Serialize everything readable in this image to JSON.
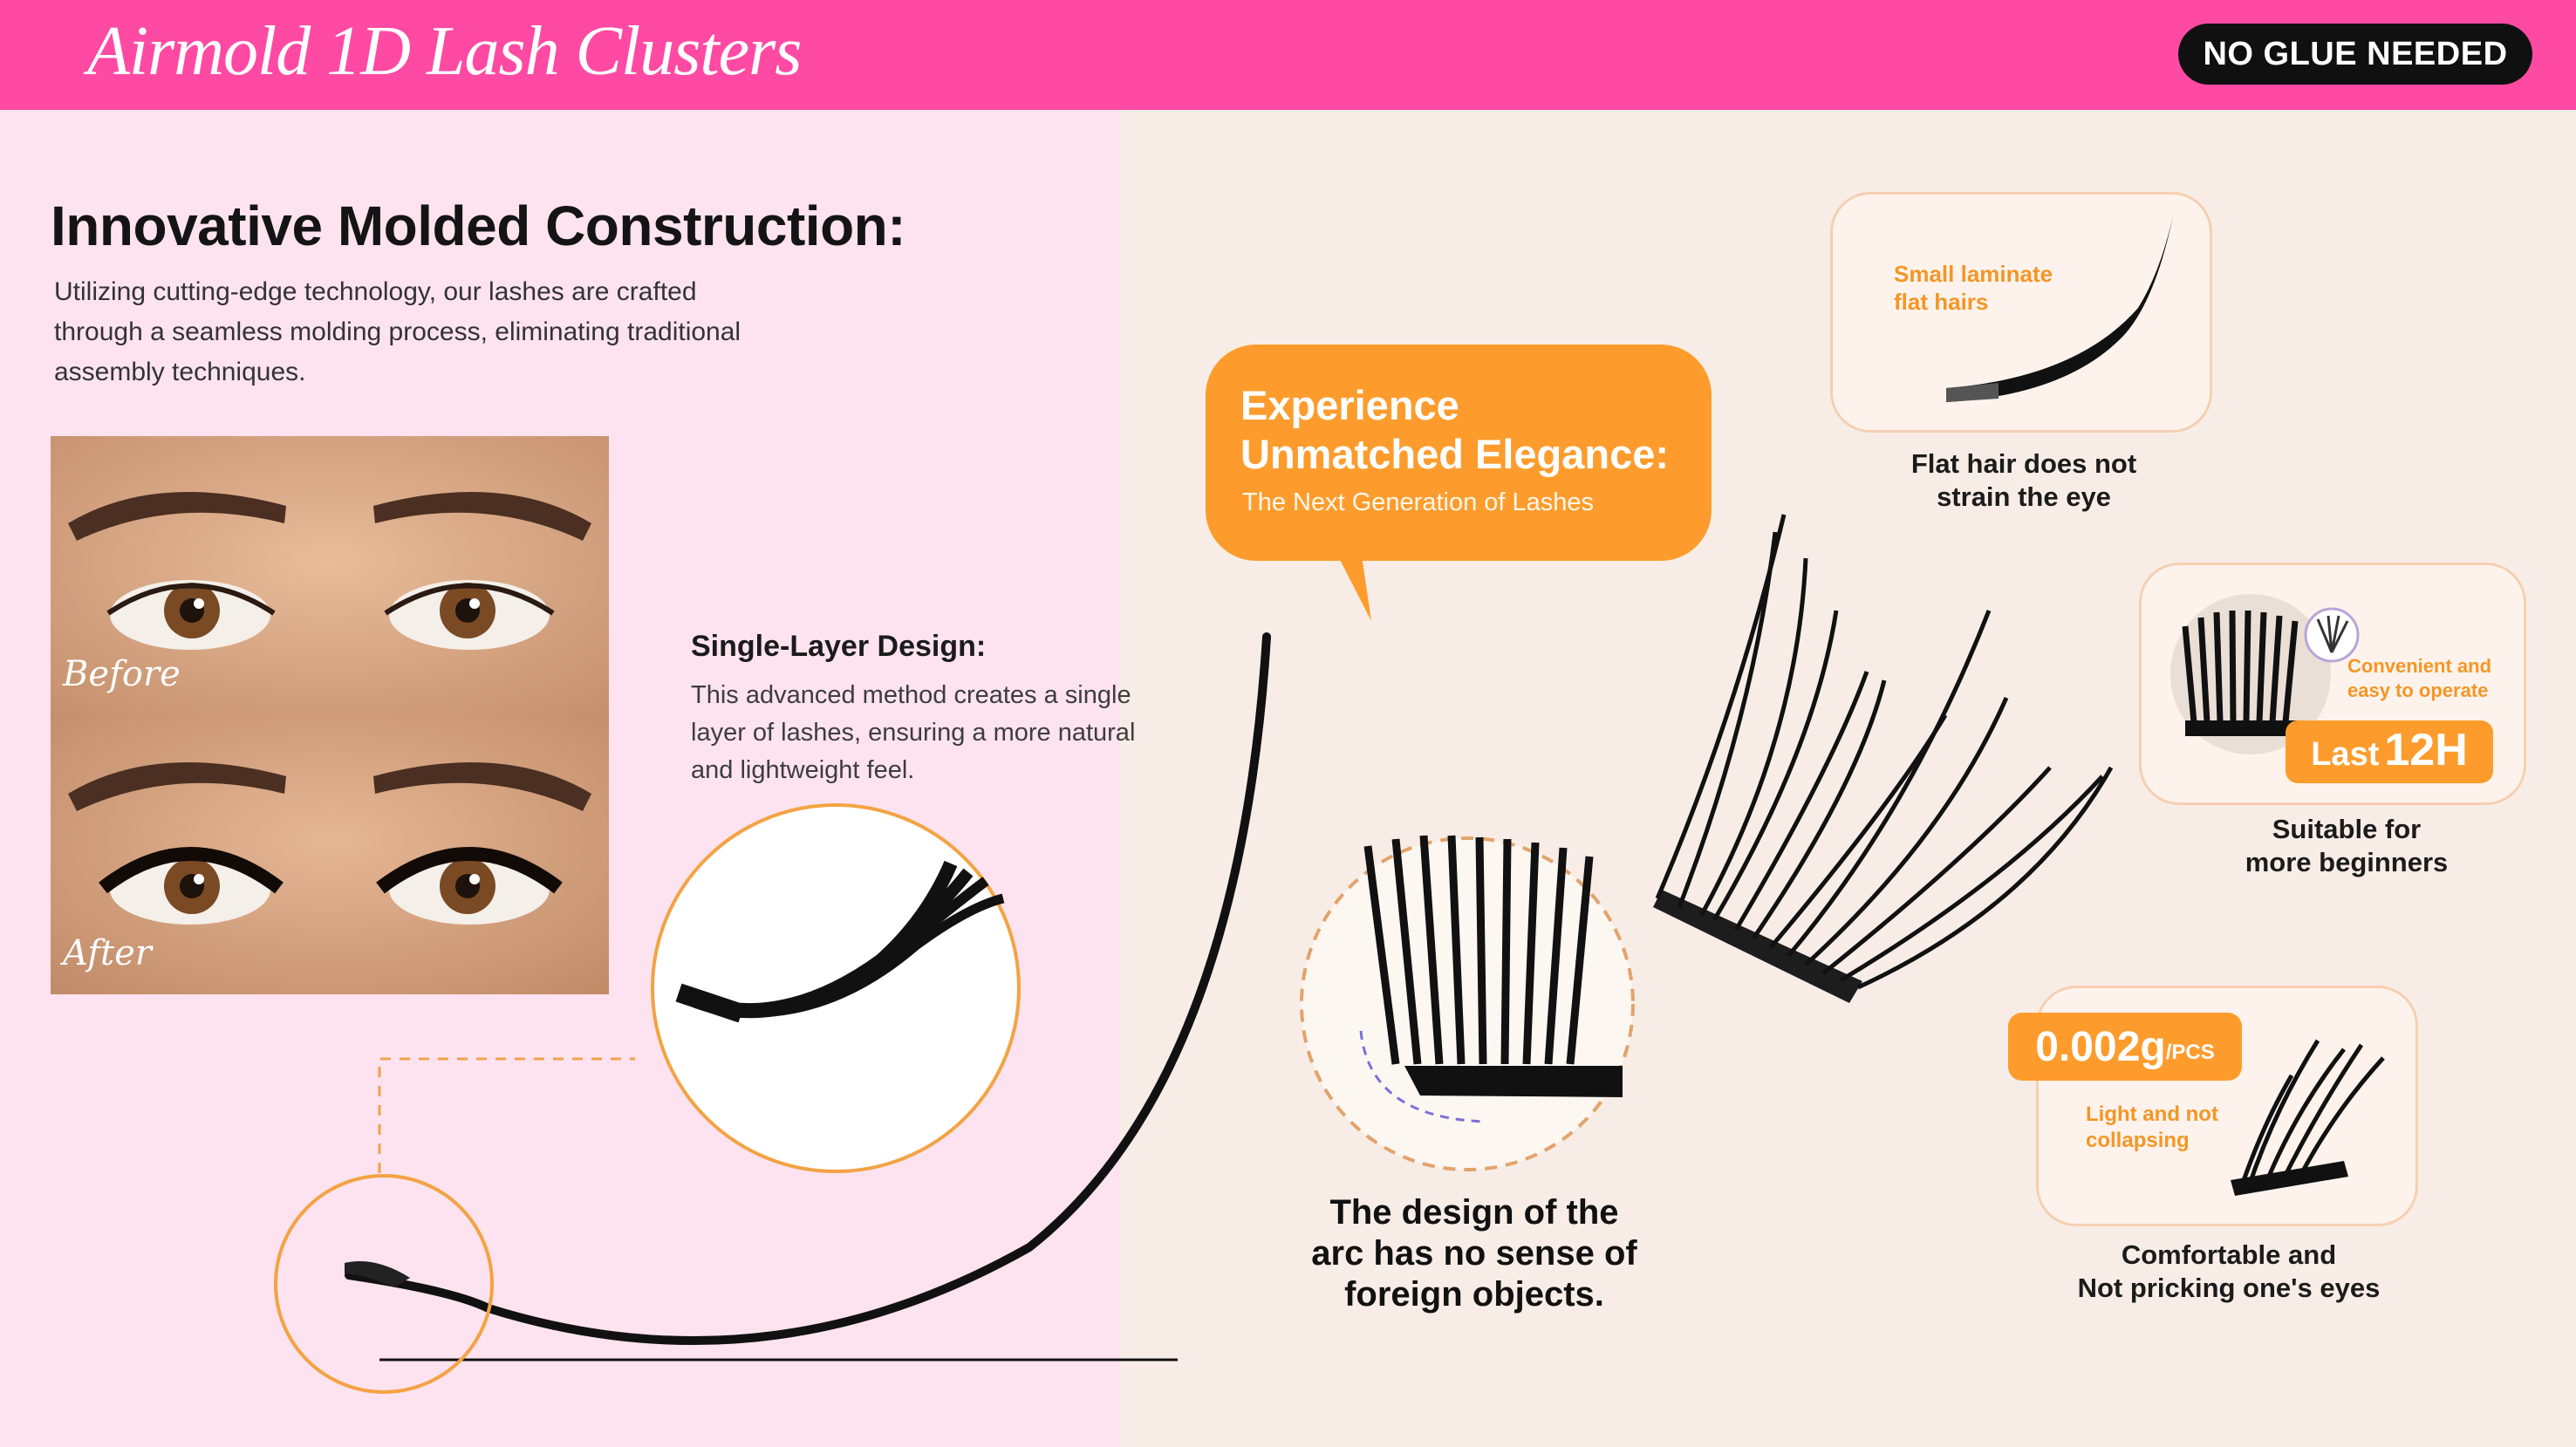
{
  "header": {
    "brand": "Airmold 1D Lash Clusters",
    "badge": "NO GLUE NEEDED"
  },
  "left": {
    "title": "Innovative Molded Construction:",
    "intro_lines": [
      "Utilizing cutting-edge technology, our lashes are crafted",
      "through a seamless molding process, eliminating traditional",
      "assembly techniques."
    ],
    "photo_labels": {
      "before": "Before",
      "after": "After"
    },
    "single_layer_title": "Single-Layer Design:",
    "single_layer_lines": [
      "This advanced method creates a single",
      "layer of lashes, ensuring a more natural",
      "and lightweight feel."
    ]
  },
  "bubble": {
    "line1": "Experience",
    "line2": "Unmatched Elegance:",
    "sub": "The Next Generation of Lashes"
  },
  "arc": {
    "lines": [
      "The design of the",
      "arc has no sense of",
      "foreign objects."
    ]
  },
  "cards": {
    "flat": {
      "label_lines": [
        "Small laminate",
        "flat hairs"
      ],
      "caption_lines": [
        "Flat hair does not",
        "strain the eye"
      ]
    },
    "beginner": {
      "label_lines": [
        "Convenient and",
        "easy to operate"
      ],
      "tag_prefix": "Last",
      "tag_value": "12H",
      "caption_lines": [
        "Suitable for",
        "more beginners"
      ]
    },
    "weight": {
      "value": "0.002g",
      "unit": "/PCS",
      "label_lines": [
        "Light and not",
        "collapsing"
      ],
      "caption_lines": [
        "Comfortable and",
        "Not pricking one's eyes"
      ]
    }
  },
  "colors": {
    "header_pink": "#fe4aa3",
    "left_pink": "#fde3ef",
    "right_cream": "#f8ede6",
    "orange": "#fd9c2d",
    "black": "#101010"
  }
}
